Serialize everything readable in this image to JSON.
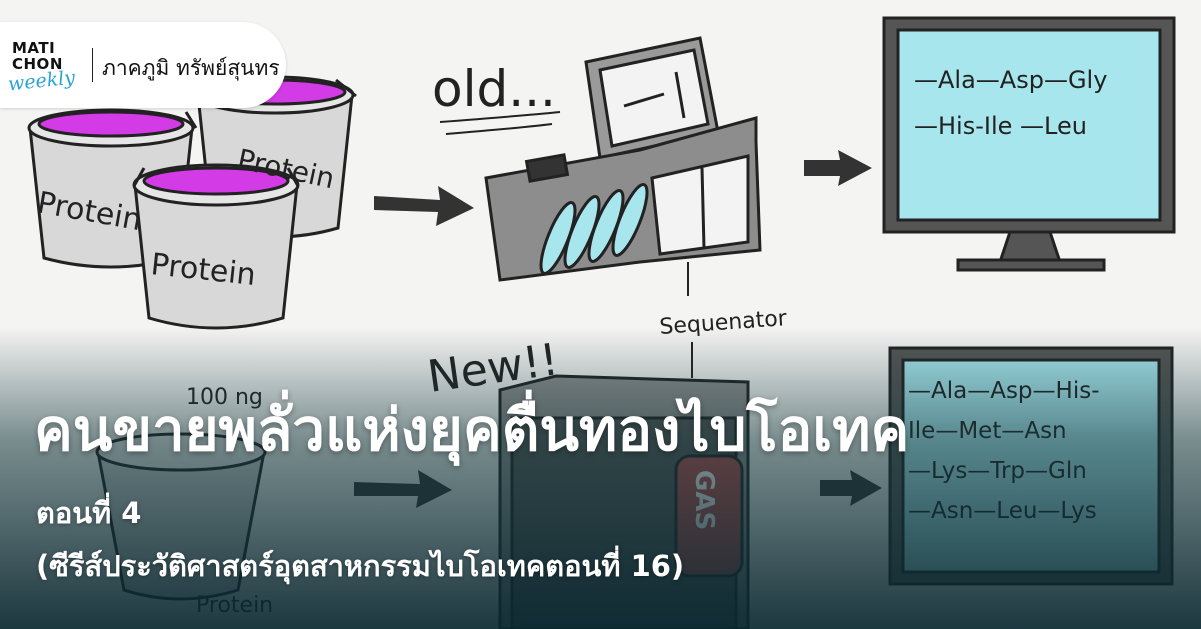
{
  "brand": {
    "line1": "MATI",
    "line2": "CHON",
    "line3": "weekly",
    "author": "ภาคภูมิ ทรัพย์สุนทร"
  },
  "illustration": {
    "bucket_labels": [
      "Protein",
      "Protein",
      "Protein"
    ],
    "old_label": "old...",
    "new_label": "New!!",
    "machine_label": "Sequenator",
    "amount_label": "100 ng",
    "old_sequence": [
      "—Ala—Asp—Gly",
      "—His-Ile —Leu"
    ],
    "new_sequence": [
      "—Ala—Asp—His-",
      "Ile—Met—Asn",
      "—Lys—Trp—Gln",
      "—Asn—Leu—Lys"
    ],
    "new_machine_badge": "GAS",
    "cup_label": "Protein"
  },
  "headline": "คนขายพลั่วแห่งยุคตื่นทองไบโอเทค",
  "episode": "ตอนที่ 4",
  "series": "(ซีรีส์ประวัติศาสตร์อุตสาหกรรมไบโอเทคตอนที่ 16)",
  "colors": {
    "protein_purple": "#d23be6",
    "screen_cyan": "#a8e6ee",
    "logo_blue": "#2aa3d6",
    "machine_gray": "#8d8d8d"
  }
}
